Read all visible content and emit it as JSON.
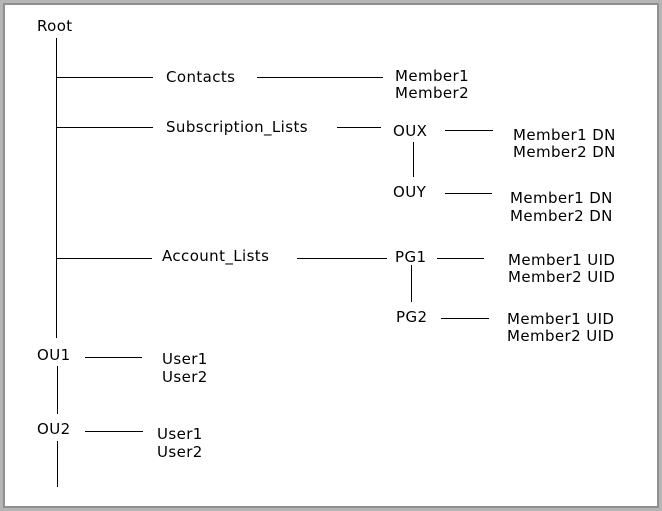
{
  "colors": {
    "background": "#ffffff",
    "line": "#000000",
    "text": "#000000",
    "border_outer": "#b5b5b5",
    "border_inner": "#8f8f8f"
  },
  "tree": {
    "root_label": "Root",
    "branches": [
      {
        "label": "Contacts",
        "members": [
          "Member1",
          "Member2"
        ]
      },
      {
        "label": "Subscription_Lists",
        "nodes": [
          {
            "label": "OUX",
            "members": [
              "Member1 DN",
              "Member2 DN"
            ]
          },
          {
            "label": "OUY",
            "members": [
              "Member1 DN",
              "Member2 DN"
            ]
          }
        ]
      },
      {
        "label": "Account_Lists",
        "nodes": [
          {
            "label": "PG1",
            "members": [
              "Member1 UID",
              "Member2 UID"
            ]
          },
          {
            "label": "PG2",
            "members": [
              "Member1 UID",
              "Member2 UID"
            ]
          }
        ]
      },
      {
        "label": "OU1",
        "members": [
          "User1",
          "User2"
        ]
      },
      {
        "label": "OU2",
        "members": [
          "User1",
          "User2"
        ]
      }
    ]
  }
}
